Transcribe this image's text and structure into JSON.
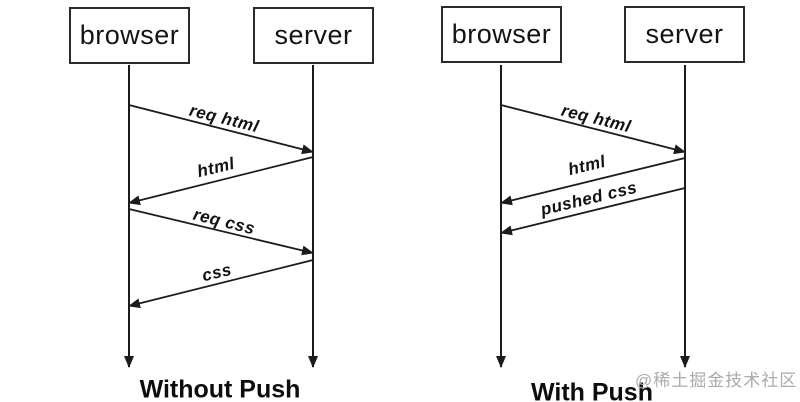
{
  "colors": {
    "line": "#1c1c1c",
    "watermark": "#ababab",
    "background": "#ffffff"
  },
  "diagrams": [
    {
      "title": "Without Push",
      "actors": [
        {
          "name": "browser"
        },
        {
          "name": "server"
        }
      ],
      "messages": [
        {
          "label": "req html",
          "from": "browser",
          "to": "server"
        },
        {
          "label": "html",
          "from": "server",
          "to": "browser"
        },
        {
          "label": "req css",
          "from": "browser",
          "to": "server"
        },
        {
          "label": "css",
          "from": "server",
          "to": "browser"
        }
      ]
    },
    {
      "title": "With Push",
      "actors": [
        {
          "name": "browser"
        },
        {
          "name": "server"
        }
      ],
      "messages": [
        {
          "label": "req html",
          "from": "browser",
          "to": "server"
        },
        {
          "label": "html",
          "from": "server",
          "to": "browser"
        },
        {
          "label": "pushed css",
          "from": "server",
          "to": "browser"
        }
      ]
    }
  ],
  "watermark": "@稀土掘金技术社区"
}
